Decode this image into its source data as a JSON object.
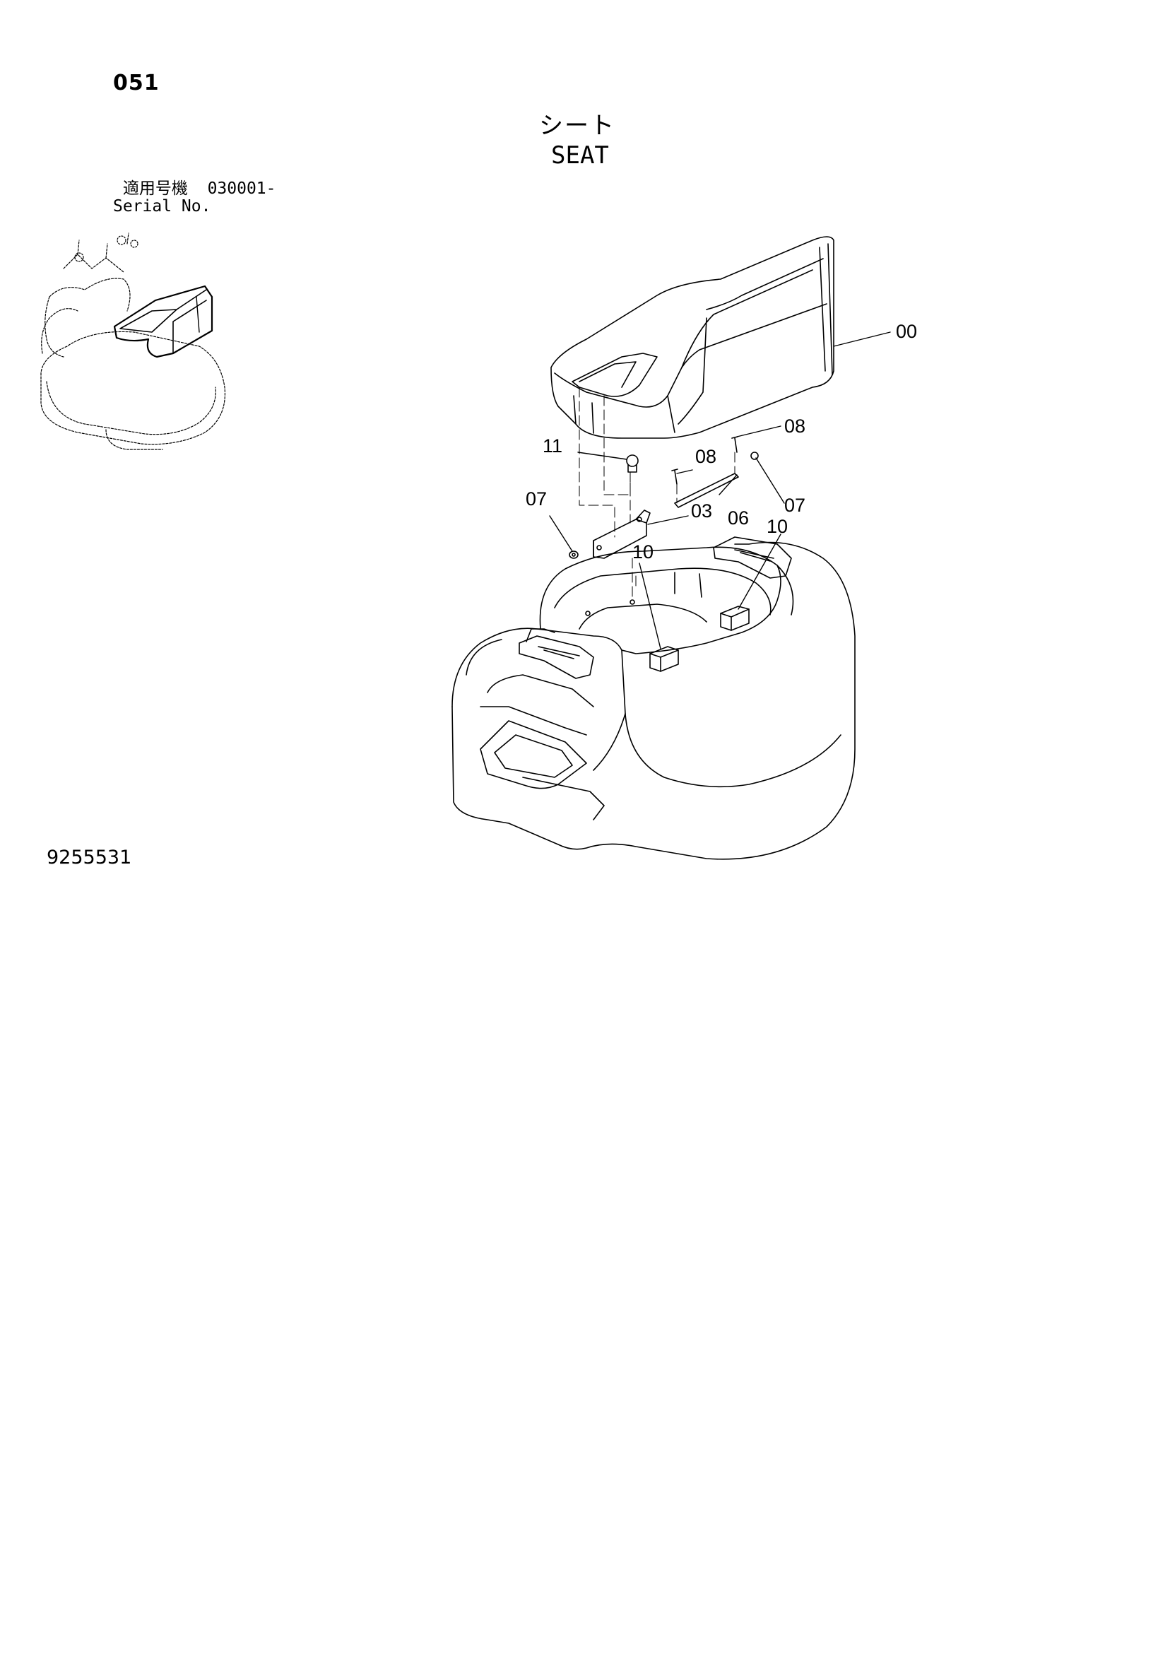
{
  "page": {
    "number": "051",
    "doc_number": "9255531"
  },
  "title": {
    "jp": "シート",
    "en": "SEAT"
  },
  "serial": {
    "label_jp": "適用号機",
    "label_en": "Serial No.",
    "range": "030001-"
  },
  "callouts": [
    {
      "id": "00",
      "text": "00"
    },
    {
      "id": "08a",
      "text": "08"
    },
    {
      "id": "11",
      "text": "11"
    },
    {
      "id": "08b",
      "text": "08"
    },
    {
      "id": "07a",
      "text": "07"
    },
    {
      "id": "03",
      "text": "03"
    },
    {
      "id": "06",
      "text": "06"
    },
    {
      "id": "07b",
      "text": "07"
    },
    {
      "id": "10a",
      "text": "10"
    },
    {
      "id": "10b",
      "text": "10"
    }
  ],
  "colors": {
    "line": "#000000",
    "background": "#ffffff"
  }
}
